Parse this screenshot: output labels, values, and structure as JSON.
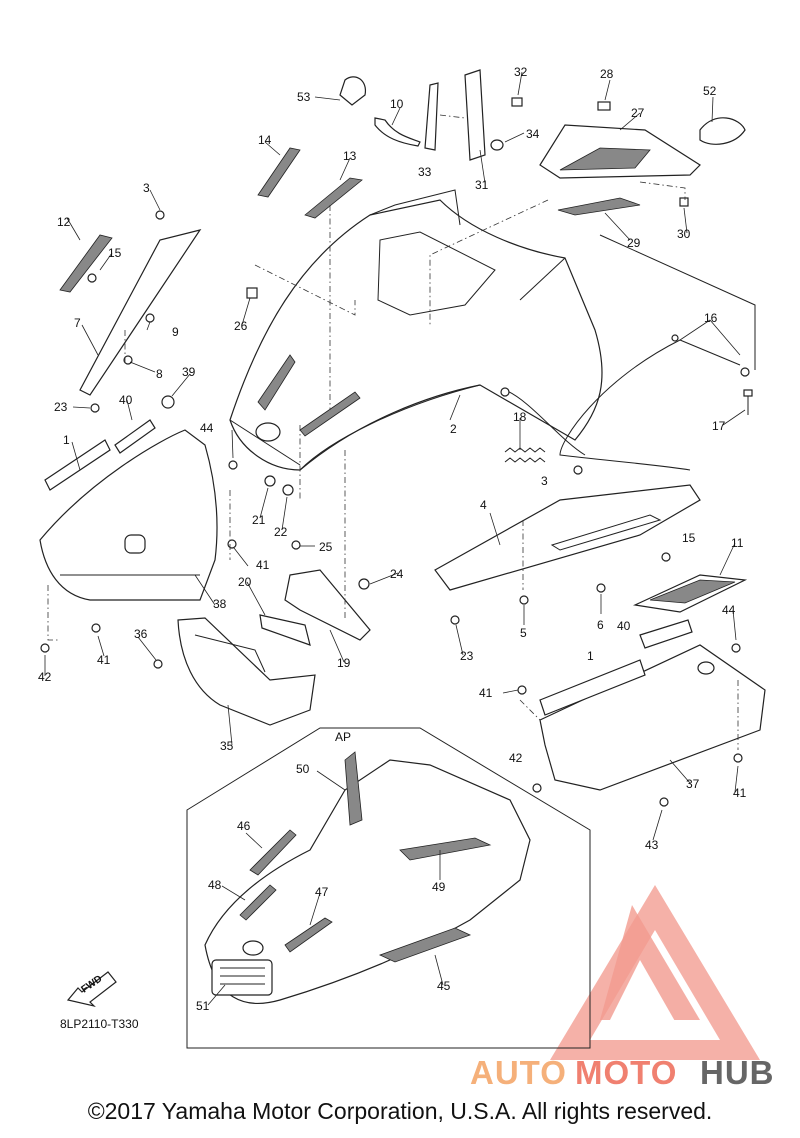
{
  "diagram": {
    "callouts": [
      "1",
      "2",
      "3",
      "4",
      "5",
      "6",
      "7",
      "8",
      "9",
      "10",
      "11",
      "12",
      "13",
      "14",
      "15",
      "16",
      "17",
      "18",
      "19",
      "20",
      "21",
      "22",
      "23",
      "24",
      "25",
      "26",
      "27",
      "28",
      "29",
      "30",
      "31",
      "32",
      "33",
      "34",
      "35",
      "36",
      "37",
      "38",
      "39",
      "40",
      "41",
      "42",
      "43",
      "44",
      "45",
      "46",
      "47",
      "48",
      "49",
      "50",
      "51",
      "52",
      "53"
    ],
    "inset_label": "AP",
    "part_number": "8LP2110-T330",
    "fwd_label": "FWD"
  },
  "watermark": {
    "text_auto": "AUTO",
    "text_moto": "MOTO",
    "text_hub": "HUB",
    "color_primary": "#f08070",
    "color_secondary": "#f5b07a",
    "color_dark": "#666666"
  },
  "copyright": "©2017 Yamaha Motor Corporation, U.S.A. All rights reserved."
}
